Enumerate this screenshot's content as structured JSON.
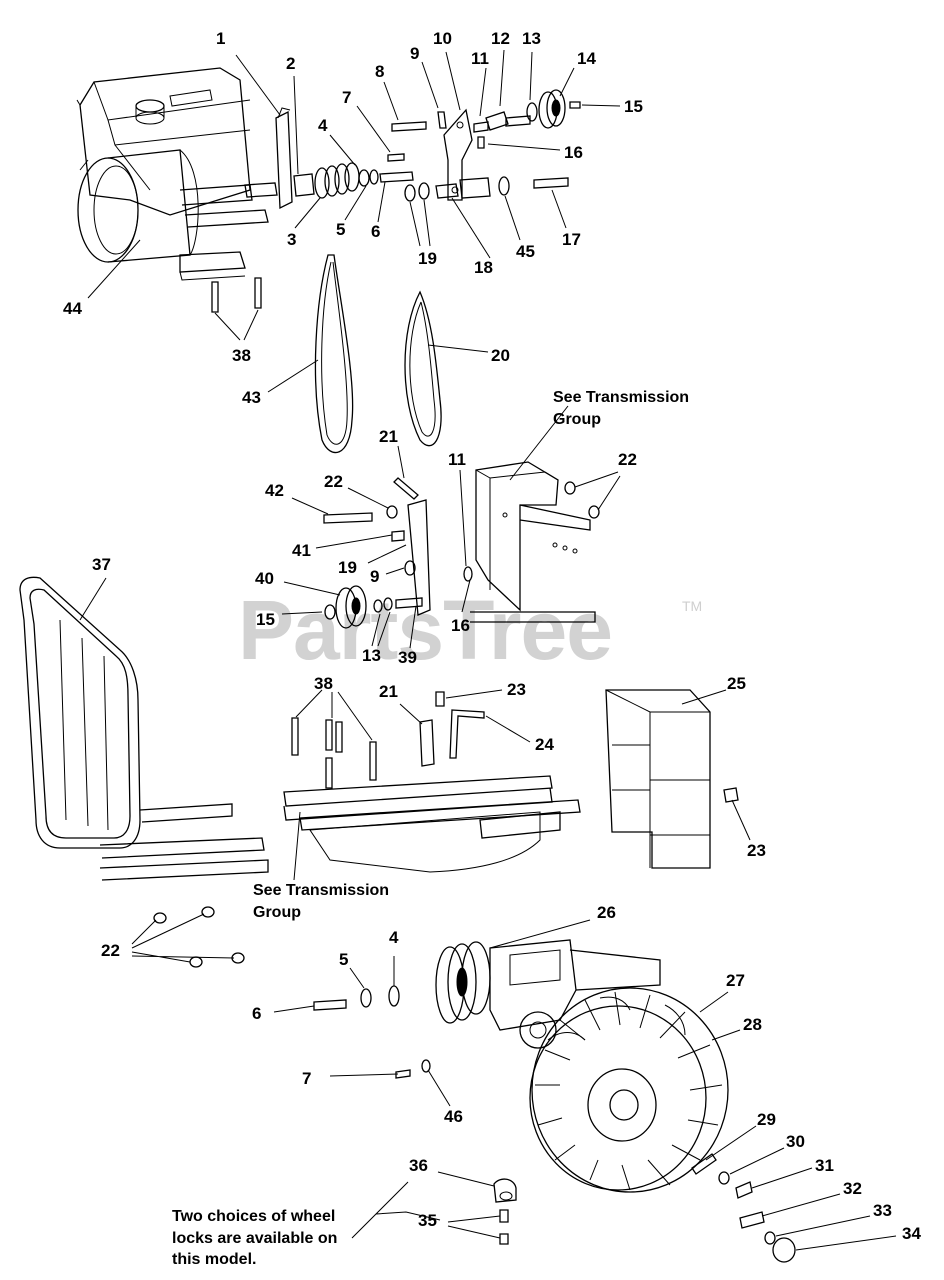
{
  "watermark": {
    "text": "PartsTree",
    "trademark": "TM"
  },
  "notes": {
    "see_transmission_top": {
      "line1": "See Transmission",
      "line2": "Group"
    },
    "see_transmission_mid": {
      "line1": "See Transmission",
      "line2": "Group"
    },
    "wheel_locks": {
      "line1": "Two choices of wheel",
      "line2": "locks are available on",
      "line3": "this model."
    }
  },
  "callouts": [
    {
      "id": "c1",
      "text": "1"
    },
    {
      "id": "c2",
      "text": "2"
    },
    {
      "id": "c3",
      "text": "3"
    },
    {
      "id": "c4",
      "text": "4"
    },
    {
      "id": "c5",
      "text": "5"
    },
    {
      "id": "c6",
      "text": "6"
    },
    {
      "id": "c7",
      "text": "7"
    },
    {
      "id": "c8",
      "text": "8"
    },
    {
      "id": "c9",
      "text": "9"
    },
    {
      "id": "c10",
      "text": "10"
    },
    {
      "id": "c11",
      "text": "11"
    },
    {
      "id": "c12",
      "text": "12"
    },
    {
      "id": "c13",
      "text": "13"
    },
    {
      "id": "c14",
      "text": "14"
    },
    {
      "id": "c15",
      "text": "15"
    },
    {
      "id": "c16",
      "text": "16"
    },
    {
      "id": "c17",
      "text": "17"
    },
    {
      "id": "c18",
      "text": "18"
    },
    {
      "id": "c19",
      "text": "19"
    },
    {
      "id": "c45",
      "text": "45"
    },
    {
      "id": "c44",
      "text": "44"
    },
    {
      "id": "c38a",
      "text": "38"
    },
    {
      "id": "c43",
      "text": "43"
    },
    {
      "id": "c20",
      "text": "20"
    },
    {
      "id": "c21a",
      "text": "21"
    },
    {
      "id": "c11b",
      "text": "11"
    },
    {
      "id": "c22a",
      "text": "22"
    },
    {
      "id": "c42",
      "text": "42"
    },
    {
      "id": "c22b",
      "text": "22"
    },
    {
      "id": "c41",
      "text": "41"
    },
    {
      "id": "c19b",
      "text": "19"
    },
    {
      "id": "c9b",
      "text": "9"
    },
    {
      "id": "c37",
      "text": "37"
    },
    {
      "id": "c40",
      "text": "40"
    },
    {
      "id": "c15b",
      "text": "15"
    },
    {
      "id": "c16b",
      "text": "16"
    },
    {
      "id": "c13b",
      "text": "13"
    },
    {
      "id": "c39",
      "text": "39"
    },
    {
      "id": "c38b",
      "text": "38"
    },
    {
      "id": "c21b",
      "text": "21"
    },
    {
      "id": "c23a",
      "text": "23"
    },
    {
      "id": "c24",
      "text": "24"
    },
    {
      "id": "c25",
      "text": "25"
    },
    {
      "id": "c23b",
      "text": "23"
    },
    {
      "id": "c22c",
      "text": "22"
    },
    {
      "id": "c26",
      "text": "26"
    },
    {
      "id": "c4b",
      "text": "4"
    },
    {
      "id": "c5b",
      "text": "5"
    },
    {
      "id": "c27",
      "text": "27"
    },
    {
      "id": "c28",
      "text": "28"
    },
    {
      "id": "c6b",
      "text": "6"
    },
    {
      "id": "c7b",
      "text": "7"
    },
    {
      "id": "c46",
      "text": "46"
    },
    {
      "id": "c29",
      "text": "29"
    },
    {
      "id": "c30",
      "text": "30"
    },
    {
      "id": "c31",
      "text": "31"
    },
    {
      "id": "c32",
      "text": "32"
    },
    {
      "id": "c33",
      "text": "33"
    },
    {
      "id": "c34",
      "text": "34"
    },
    {
      "id": "c36",
      "text": "36"
    },
    {
      "id": "c35",
      "text": "35"
    }
  ]
}
